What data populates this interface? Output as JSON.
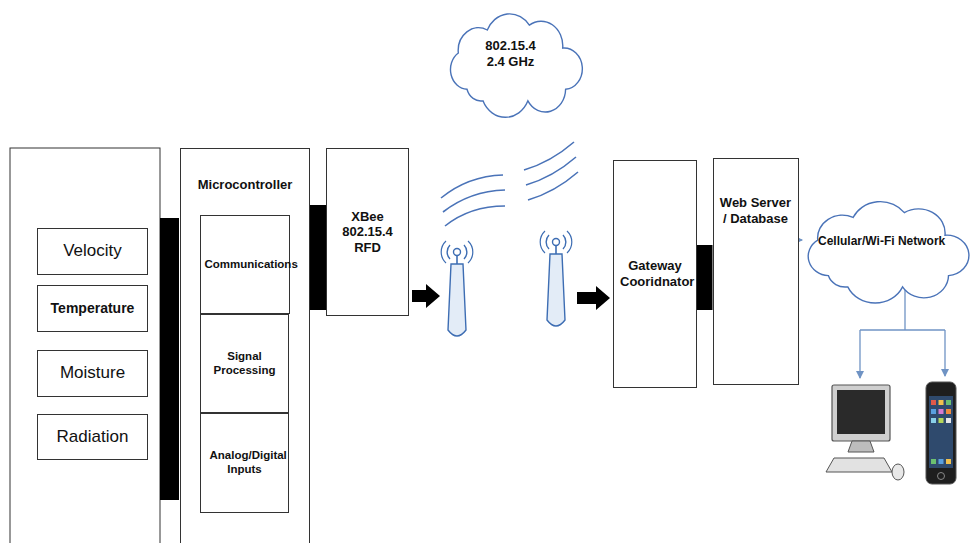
{
  "diagram": {
    "nodes": [
      {
        "text": [
          "Velocity"
        ]
      },
      {
        "text": [
          "Temperature"
        ]
      },
      {
        "text": [
          "Moisture"
        ]
      },
      {
        "text": [
          "Radiation"
        ]
      },
      {
        "text": [
          "Microcontroller"
        ]
      },
      {
        "text": [
          "Communications"
        ],
        "in": 4
      },
      {
        "text": [
          "Signal Processing"
        ],
        "in": 4
      },
      {
        "text": [
          "Analog/Digital Inputs"
        ],
        "in": 4
      },
      {
        "text": [
          "XBee 802.15.4 RFD"
        ]
      },
      {
        "text": [
          "802.15.4 2.4 GHz"
        ]
      },
      {
        "text": [
          "Gateway Cooridnator"
        ]
      },
      {
        "text": [
          "Web Server / Database"
        ]
      },
      {
        "text": [
          "Cellular/Wi-Fi Network"
        ]
      }
    ],
    "edges": [
      {
        "from": 4,
        "to": 8,
        "arrow": "none"
      },
      {
        "from": 8,
        "to": 10,
        "arrow": "to"
      },
      {
        "from": 10,
        "to": 11,
        "arrow": "none"
      },
      {
        "from": 11,
        "to": 12,
        "arrow": "to"
      }
    ]
  }
}
